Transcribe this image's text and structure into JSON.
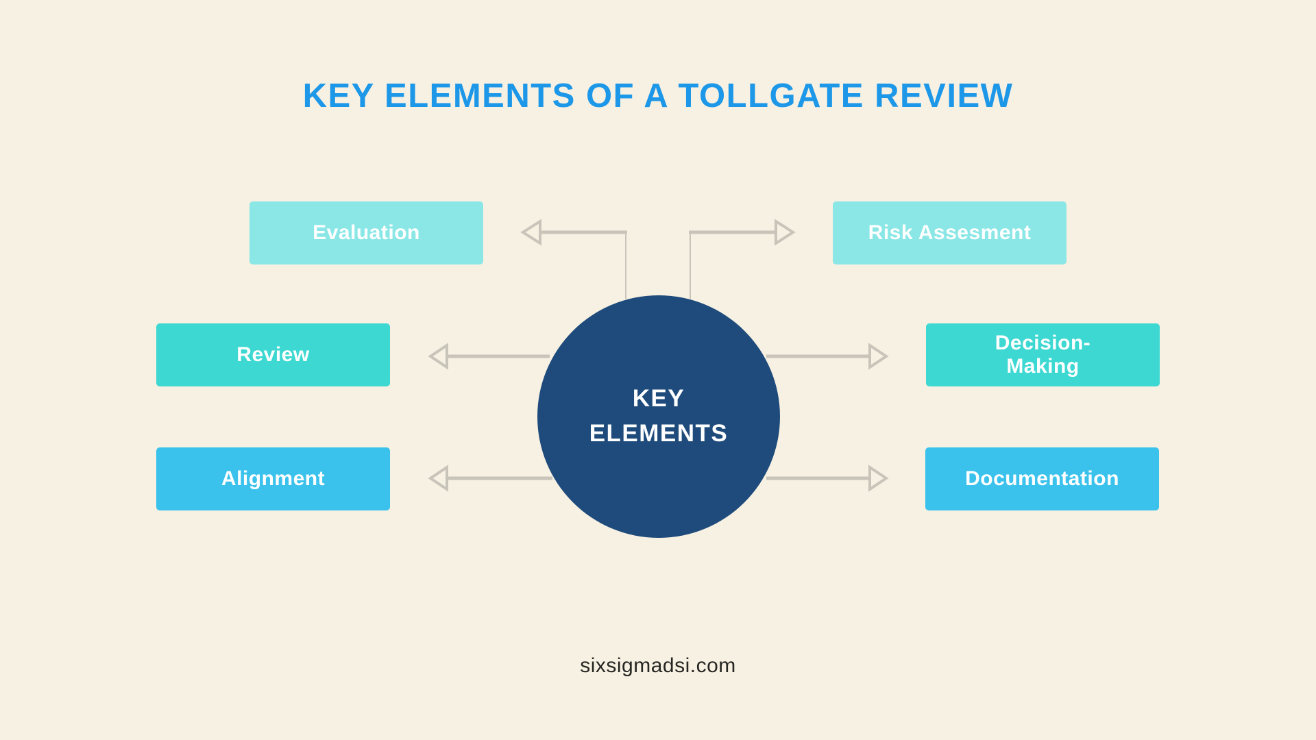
{
  "title": "KEY ELEMENTS OF A TOLLGATE REVIEW",
  "center": {
    "line1": "KEY",
    "line2": "ELEMENTS"
  },
  "nodes": {
    "evaluation": {
      "label": "Evaluation",
      "color": "#8ae7e6"
    },
    "risk_assesment": {
      "label": "Risk Assesment",
      "color": "#8ae7e6"
    },
    "review": {
      "label": "Review",
      "color": "#3ed8d2"
    },
    "decision_making": {
      "label": "Decision-\nMaking",
      "color": "#3ed8d2"
    },
    "alignment": {
      "label": "Alignment",
      "color": "#3ac2ec"
    },
    "documentation": {
      "label": "Documentation",
      "color": "#3ac2ec"
    }
  },
  "footer": {
    "website": "sixsigmadsi.com"
  },
  "colors": {
    "background": "#f7f1e3",
    "title_text": "#1d97e8",
    "circle_fill": "#1e4b7b",
    "box_text": "#ffffff",
    "arrow_stroke": "#c9c4ba",
    "footer_text": "#262622"
  }
}
